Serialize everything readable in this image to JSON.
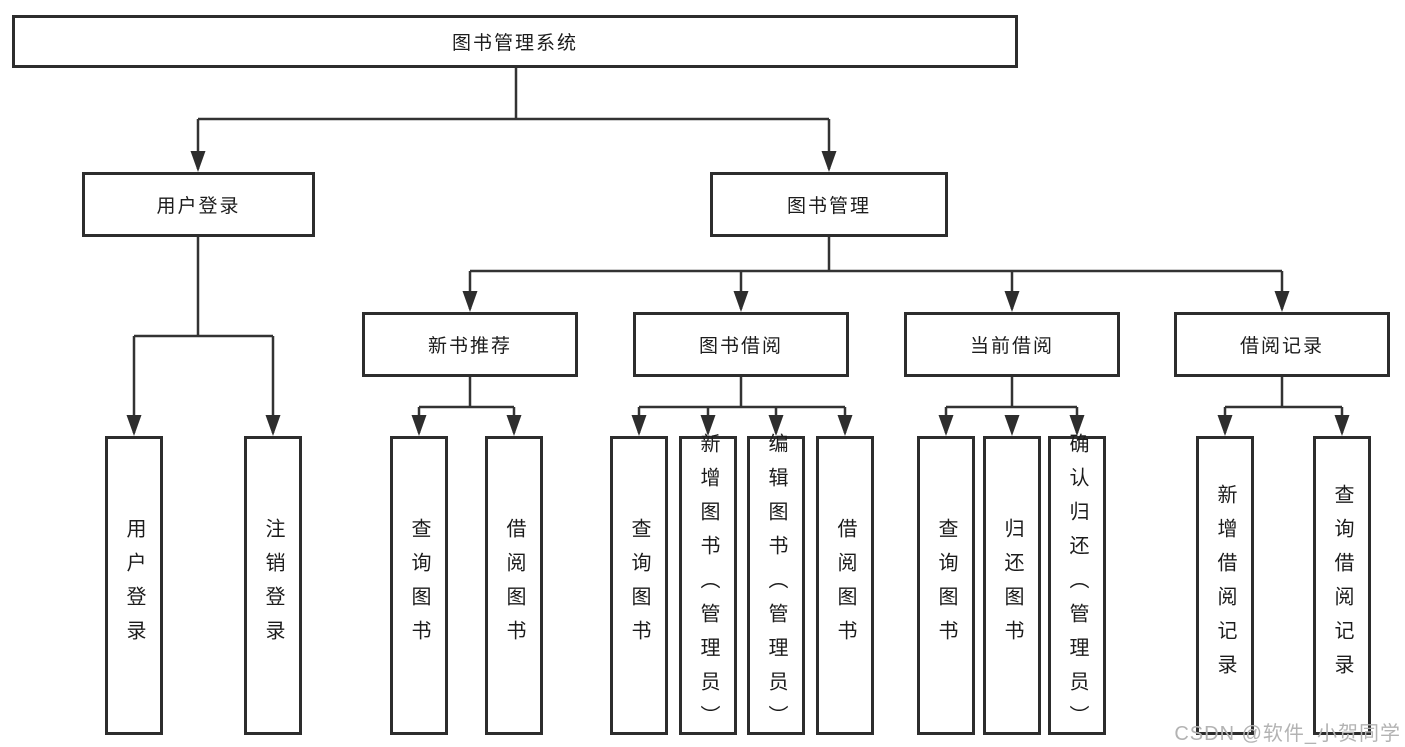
{
  "tree": {
    "label": "图书管理系统",
    "children": [
      {
        "label": "用户登录",
        "children": [
          {
            "label": "用户登录"
          },
          {
            "label": "注销登录"
          }
        ]
      },
      {
        "label": "图书管理",
        "children": [
          {
            "label": "新书推荐",
            "children": [
              {
                "label": "查询图书"
              },
              {
                "label": "借阅图书"
              }
            ]
          },
          {
            "label": "图书借阅",
            "children": [
              {
                "label": "查询图书"
              },
              {
                "label": "新增图书（管理员）"
              },
              {
                "label": "编辑图书（管理员）"
              },
              {
                "label": "借阅图书"
              }
            ]
          },
          {
            "label": "当前借阅",
            "children": [
              {
                "label": "查询图书"
              },
              {
                "label": "归还图书"
              },
              {
                "label": "确认归还（管理员）"
              }
            ]
          },
          {
            "label": "借阅记录",
            "children": [
              {
                "label": "新增借阅记录"
              },
              {
                "label": "查询借阅记录"
              }
            ]
          }
        ]
      }
    ]
  },
  "watermark": "CSDN @软件_小贺同学",
  "colors": {
    "line": "#333333",
    "box_border": "#2d2d2d",
    "text": "#1c1c1c",
    "watermark": "#b3b3b3",
    "background": "#ffffff"
  }
}
